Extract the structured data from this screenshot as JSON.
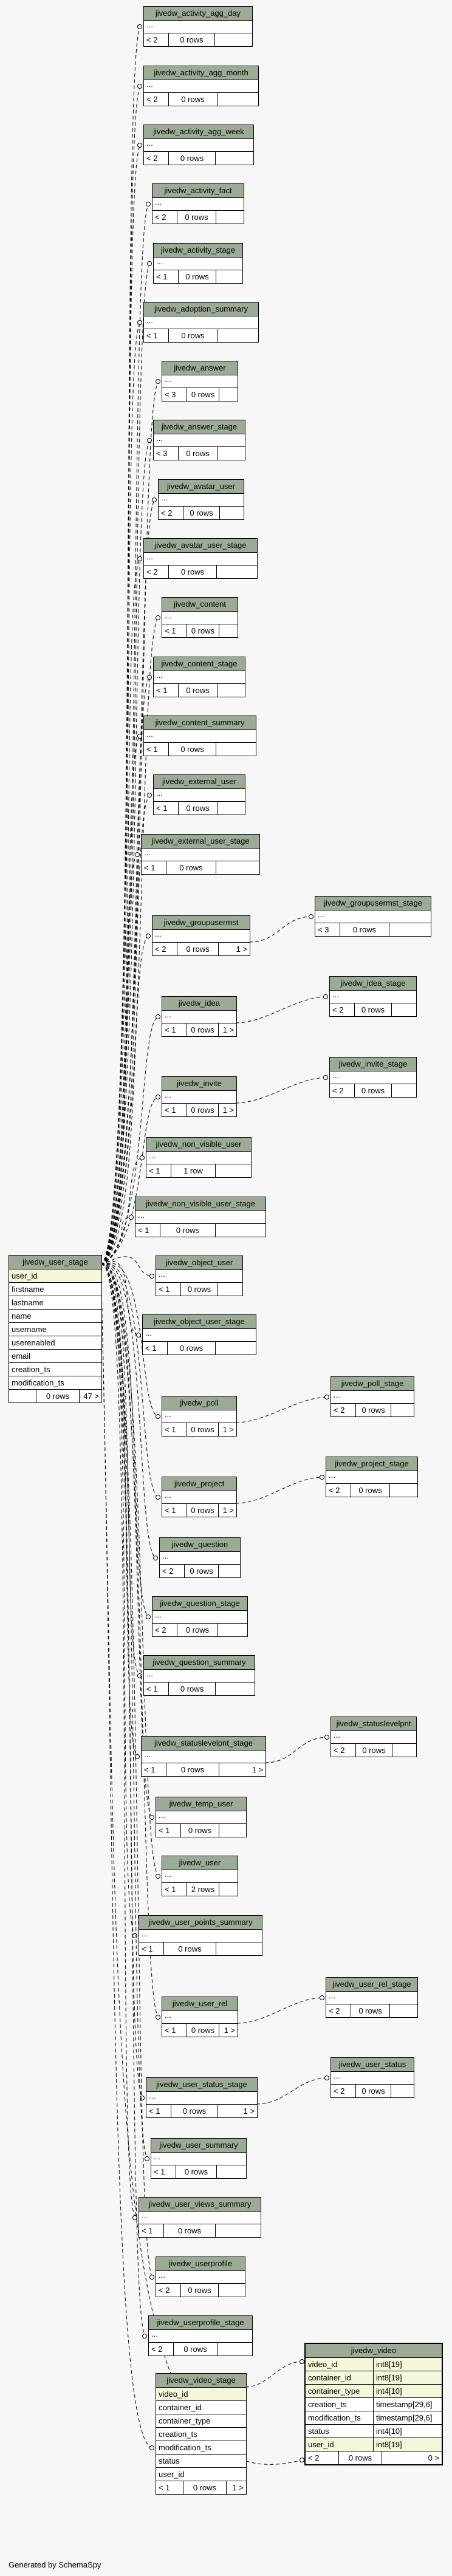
{
  "footer": "Generated by SchemaSpy",
  "tables": [
    {
      "name": "jivedw_activity_agg_day",
      "rows_label": "0 rows",
      "left_count": "< 2"
    },
    {
      "name": "jivedw_activity_agg_month",
      "rows_label": "0 rows",
      "left_count": "< 2"
    },
    {
      "name": "jivedw_activity_agg_week",
      "rows_label": "0 rows",
      "left_count": "< 2"
    },
    {
      "name": "jivedw_activity_fact",
      "rows_label": "0 rows",
      "left_count": "< 2"
    },
    {
      "name": "jivedw_activity_stage",
      "rows_label": "0 rows",
      "left_count": "< 1"
    },
    {
      "name": "jivedw_adoption_summary",
      "rows_label": "0 rows",
      "left_count": "< 1"
    },
    {
      "name": "jivedw_answer",
      "rows_label": "0 rows",
      "left_count": "< 3"
    },
    {
      "name": "jivedw_answer_stage",
      "rows_label": "0 rows",
      "left_count": "< 3"
    },
    {
      "name": "jivedw_avatar_user",
      "rows_label": "0 rows",
      "left_count": "< 2"
    },
    {
      "name": "jivedw_avatar_user_stage",
      "rows_label": "0 rows",
      "left_count": "< 2"
    },
    {
      "name": "jivedw_content",
      "rows_label": "0 rows",
      "left_count": "< 1"
    },
    {
      "name": "jivedw_content_stage",
      "rows_label": "0 rows",
      "left_count": "< 1"
    },
    {
      "name": "jivedw_content_summary",
      "rows_label": "0 rows",
      "left_count": "< 1"
    },
    {
      "name": "jivedw_external_user",
      "rows_label": "0 rows",
      "left_count": "< 1"
    },
    {
      "name": "jivedw_external_user_stage",
      "rows_label": "0 rows",
      "left_count": "< 1"
    },
    {
      "name": "jivedw_groupusermst",
      "rows_label": "0 rows",
      "left_count": "< 2",
      "right_count": "1 >"
    },
    {
      "name": "jivedw_groupusermst_stage",
      "rows_label": "0 rows",
      "left_count": "< 3"
    },
    {
      "name": "jivedw_idea",
      "rows_label": "0 rows",
      "left_count": "< 1",
      "right_count": "1 >"
    },
    {
      "name": "jivedw_idea_stage",
      "rows_label": "0 rows",
      "left_count": "< 2"
    },
    {
      "name": "jivedw_invite",
      "rows_label": "0 rows",
      "left_count": "< 1",
      "right_count": "1 >"
    },
    {
      "name": "jivedw_invite_stage",
      "rows_label": "0 rows",
      "left_count": "< 2"
    },
    {
      "name": "jivedw_non_visible_user",
      "rows_label": "1 row",
      "left_count": "< 1"
    },
    {
      "name": "jivedw_non_visible_user_stage",
      "rows_label": "0 rows",
      "left_count": "< 1"
    },
    {
      "name": "jivedw_object_user",
      "rows_label": "0 rows",
      "left_count": "< 1"
    },
    {
      "name": "jivedw_object_user_stage",
      "rows_label": "0 rows",
      "left_count": "< 1"
    },
    {
      "name": "jivedw_poll",
      "rows_label": "0 rows",
      "left_count": "< 1",
      "right_count": "1 >"
    },
    {
      "name": "jivedw_poll_stage",
      "rows_label": "0 rows",
      "left_count": "< 2"
    },
    {
      "name": "jivedw_project",
      "rows_label": "0 rows",
      "left_count": "< 1",
      "right_count": "1 >"
    },
    {
      "name": "jivedw_project_stage",
      "rows_label": "0 rows",
      "left_count": "< 2"
    },
    {
      "name": "jivedw_question",
      "rows_label": "0 rows",
      "left_count": "< 2"
    },
    {
      "name": "jivedw_question_stage",
      "rows_label": "0 rows",
      "left_count": "< 2"
    },
    {
      "name": "jivedw_question_summary",
      "rows_label": "0 rows",
      "left_count": "< 1"
    },
    {
      "name": "jivedw_statuslevelpnt_stage",
      "rows_label": "0 rows",
      "left_count": "< 1",
      "right_count": "1 >"
    },
    {
      "name": "jivedw_statuslevelpnt",
      "rows_label": "0 rows",
      "left_count": "< 2"
    },
    {
      "name": "jivedw_temp_user",
      "rows_label": "0 rows",
      "left_count": "< 1"
    },
    {
      "name": "jivedw_user",
      "rows_label": "2 rows",
      "left_count": "< 1"
    },
    {
      "name": "jivedw_user_points_summary",
      "rows_label": "0 rows",
      "left_count": "< 1"
    },
    {
      "name": "jivedw_user_rel_stage",
      "rows_label": "0 rows",
      "left_count": "< 2"
    },
    {
      "name": "jivedw_user_rel",
      "rows_label": "0 rows",
      "left_count": "< 1",
      "right_count": "1 >"
    },
    {
      "name": "jivedw_user_status",
      "rows_label": "0 rows",
      "left_count": "< 2"
    },
    {
      "name": "jivedw_user_status_stage",
      "rows_label": "0 rows",
      "left_count": "< 1",
      "right_count": "1 >"
    },
    {
      "name": "jivedw_user_summary",
      "rows_label": "0 rows",
      "left_count": "< 1"
    },
    {
      "name": "jivedw_user_views_summary",
      "rows_label": "0 rows",
      "left_count": "< 1"
    },
    {
      "name": "jivedw_userprofile",
      "rows_label": "0 rows",
      "left_count": "< 2"
    },
    {
      "name": "jivedw_userprofile_stage",
      "rows_label": "0 rows",
      "left_count": "< 2"
    }
  ],
  "user_stage": {
    "name": "jivedw_user_stage",
    "key_column": "user_id",
    "columns": [
      "firstname",
      "lastname",
      "name",
      "username",
      "userenabled",
      "email",
      "creation_ts",
      "modification_ts"
    ],
    "rows_label": "0 rows",
    "right_count": "47 >"
  },
  "video_stage": {
    "name": "jivedw_video_stage",
    "key_column": "video_id",
    "columns": [
      "container_id",
      "container_type",
      "creation_ts",
      "modification_ts",
      "status",
      "user_id"
    ],
    "rows_label": "0 rows",
    "left_count": "< 1",
    "right_count": "1 >"
  },
  "video": {
    "name": "jivedw_video",
    "columns": [
      {
        "name": "video_id",
        "type": "int8[19]"
      },
      {
        "name": "container_id",
        "type": "int8[19]"
      },
      {
        "name": "container_type",
        "type": "int4[10]"
      },
      {
        "name": "creation_ts",
        "type": "timestamp[29,6]"
      },
      {
        "name": "modification_ts",
        "type": "timestamp[29,6]"
      },
      {
        "name": "status",
        "type": "int4[10]"
      },
      {
        "name": "user_id",
        "type": "int8[19]"
      }
    ],
    "rows_label": "0 rows",
    "left_count": "< 2",
    "right_count": "0 >"
  },
  "colors": {
    "header": "#9bab96",
    "key_row": "#f4f7da",
    "background": "#f7f7f7"
  }
}
